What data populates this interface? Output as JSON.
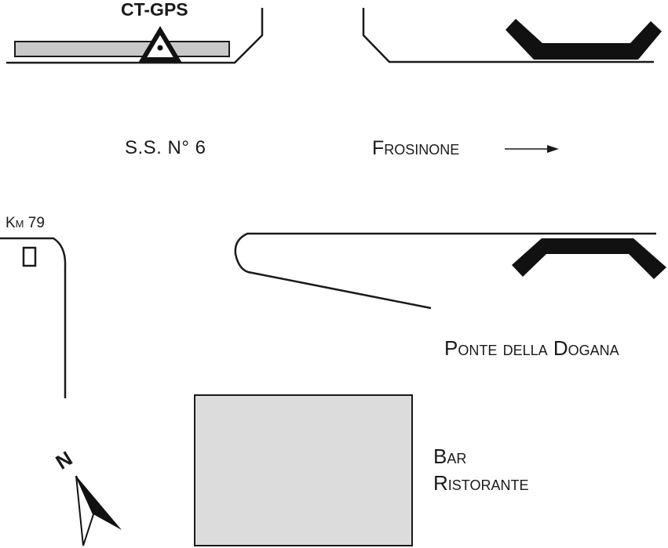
{
  "station_label": "CT-GPS",
  "road_label": "S.S. N° 6",
  "direction_label": "Frosinone",
  "km_marker": "Km 79",
  "bridge_label": "Ponte della Dogana",
  "building_label_line1": "Bar",
  "building_label_line2": "Ristorante",
  "north_label": "N",
  "colors": {
    "line": "#1a1a1a",
    "bridge_fill": "#111111",
    "platform_fill": "#c8c8c8",
    "building_fill": "#dcdcdc"
  }
}
